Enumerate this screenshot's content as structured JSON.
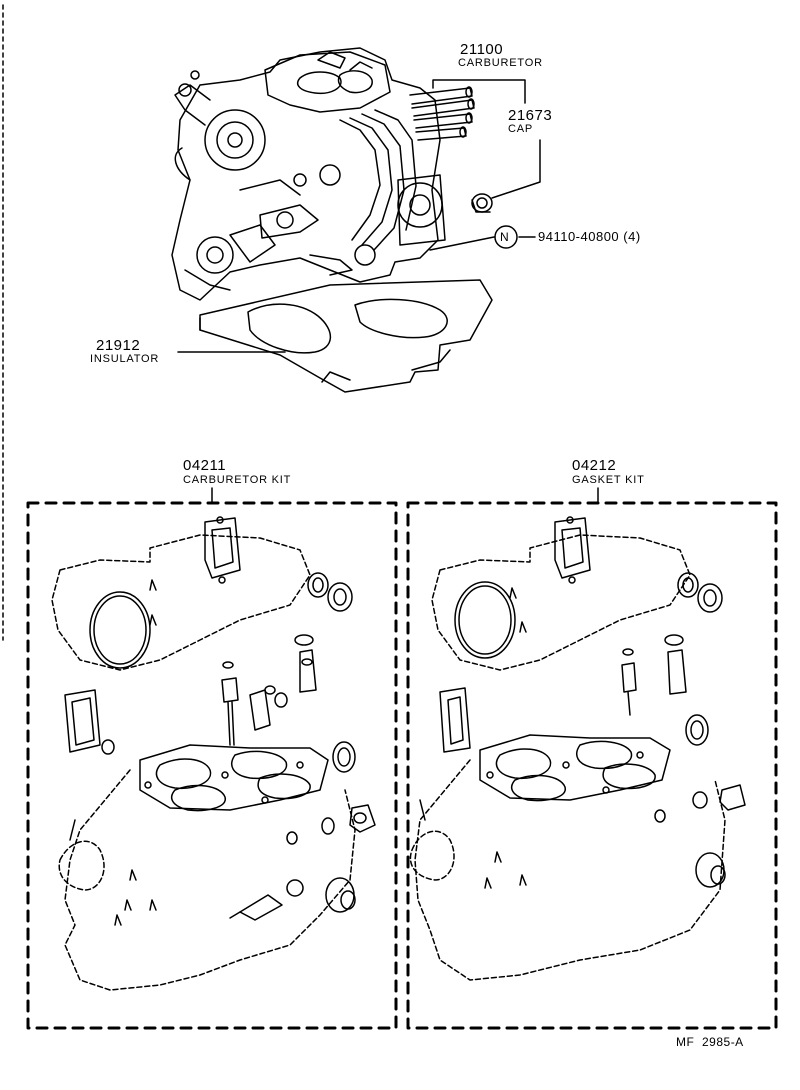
{
  "parts": {
    "carburetor": {
      "number": "21100",
      "name": "CARBURETOR"
    },
    "cap": {
      "number": "21673",
      "name": "CAP"
    },
    "nut": {
      "symbol": "N",
      "number": "94110-40800",
      "qty": "(4)"
    },
    "insulator": {
      "number": "21912",
      "name": "INSULATOR"
    },
    "carburetor_kit": {
      "number": "04211",
      "name": "CARBURETOR KIT"
    },
    "gasket_kit": {
      "number": "04212",
      "name": "GASKET KIT"
    }
  },
  "footer": {
    "code": "MF  2985-A"
  }
}
